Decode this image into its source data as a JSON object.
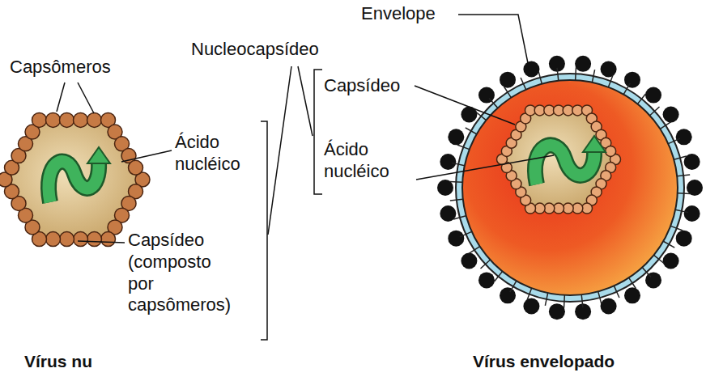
{
  "diagram": {
    "labels": [
      "Envelope",
      "Capsômeros",
      "Nucleocapsídeo",
      "Capsídeo",
      "Ácido nucléico",
      "Ácido nucléico",
      "Capsídeo (composto por capsômeros)",
      "Vírus nu",
      "Vírus envelopado"
    ]
  }
}
